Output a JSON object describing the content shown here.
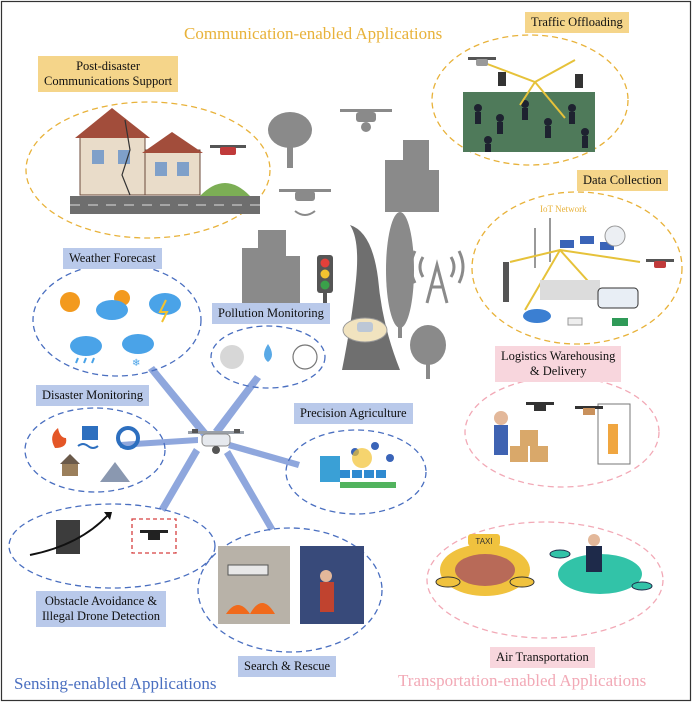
{
  "sections": {
    "communication": "Communication-enabled Applications",
    "sensing": "Sensing-enabled Applications",
    "transportation": "Transportation-enabled Applications"
  },
  "labels": {
    "traffic_offloading": "Traffic Offloading",
    "post_disaster_line1": "Post-disaster",
    "post_disaster_line2": "Communications Support",
    "data_collection": "Data Collection",
    "iot_network": "IoT Network",
    "weather_forecast": "Weather Forecast",
    "pollution_monitoring": "Pollution Monitoring",
    "disaster_monitoring": "Disaster Monitoring",
    "precision_agriculture": "Precision Agriculture",
    "logistics_line1": "Logistics Warehousing",
    "logistics_line2": "& Delivery",
    "obstacle_line1": "Obstacle Avoidance &",
    "obstacle_line2": "Illegal Drone Detection",
    "search_rescue": "Search & Rescue",
    "air_transportation": "Air Transportation",
    "taxi_sign": "TAXI"
  },
  "colors": {
    "communication": "#e8b23a",
    "sensing": "#4a6fc0",
    "transportation": "#f2a9b6",
    "spoke": "#8fa7dd",
    "icon_gray": "#8a8a8a"
  }
}
